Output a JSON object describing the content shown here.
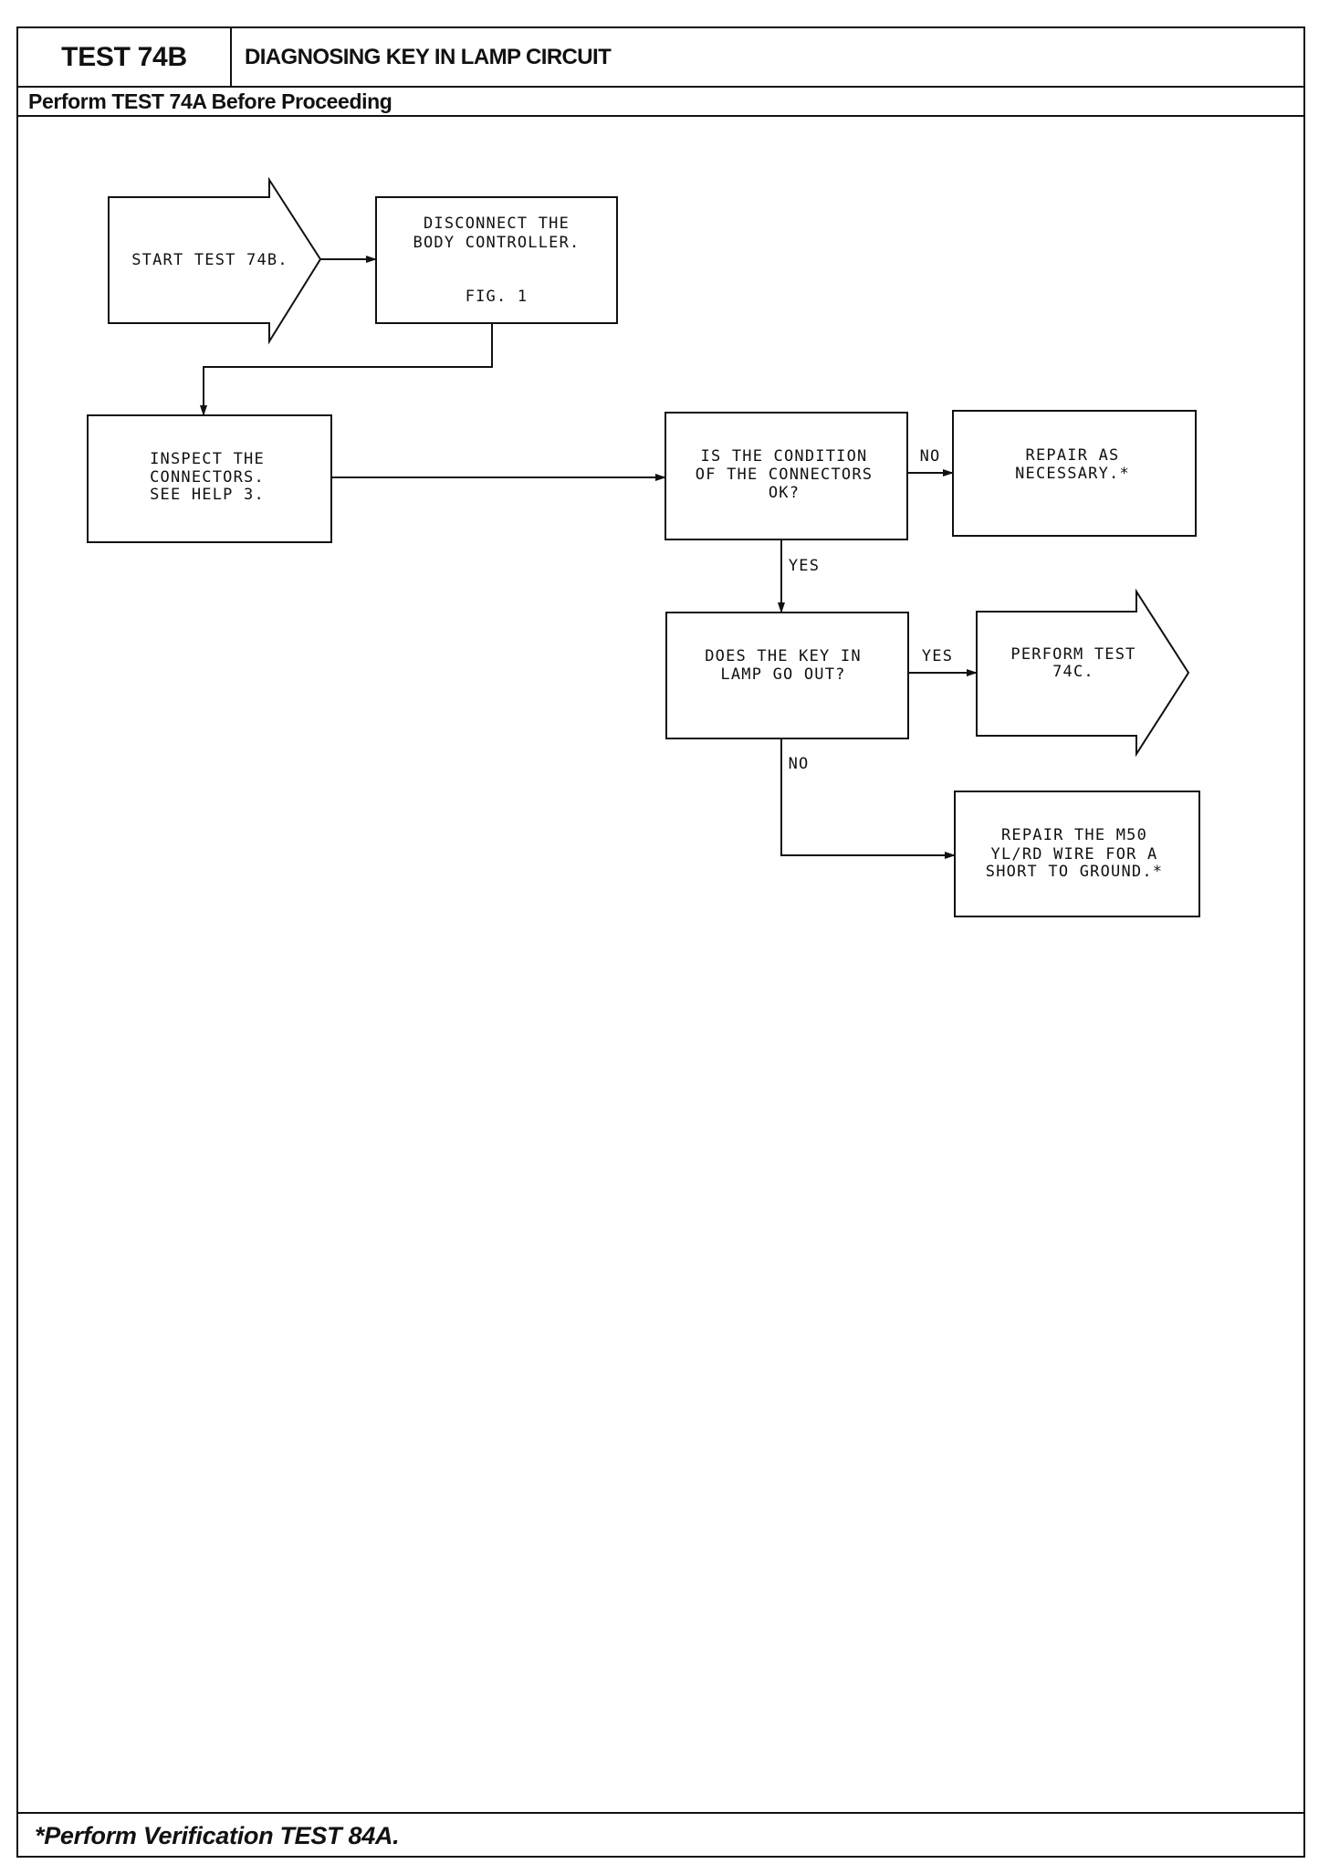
{
  "header": {
    "test_id": "TEST 74B",
    "title": "DIAGNOSING KEY IN LAMP CIRCUIT",
    "prerequisite": "Perform TEST 74A Before Proceeding"
  },
  "flowchart": {
    "start": {
      "lines": [
        "START TEST 74B."
      ]
    },
    "disconnect": {
      "lines": [
        "DISCONNECT THE",
        "BODY CONTROLLER.",
        "FIG. 1"
      ]
    },
    "inspect": {
      "lines": [
        "INSPECT THE",
        "CONNECTORS.",
        "SEE HELP 3."
      ]
    },
    "condition": {
      "lines": [
        "IS THE CONDITION",
        "OF THE CONNECTORS",
        "OK?"
      ]
    },
    "repair_necessary": {
      "lines": [
        "REPAIR AS",
        "NECESSARY.*"
      ]
    },
    "key_lamp": {
      "lines": [
        "DOES THE KEY IN",
        "LAMP GO OUT?"
      ]
    },
    "perform_74c": {
      "lines": [
        "PERFORM TEST",
        "74C."
      ]
    },
    "repair_wire": {
      "lines": [
        "REPAIR THE M50",
        "YL/RD WIRE FOR A",
        "SHORT TO GROUND.*"
      ]
    },
    "labels": {
      "condition_no": "NO",
      "condition_yes": "YES",
      "key_lamp_yes": "YES",
      "key_lamp_no": "NO"
    }
  },
  "footer": {
    "note": "*Perform Verification TEST 84A."
  }
}
